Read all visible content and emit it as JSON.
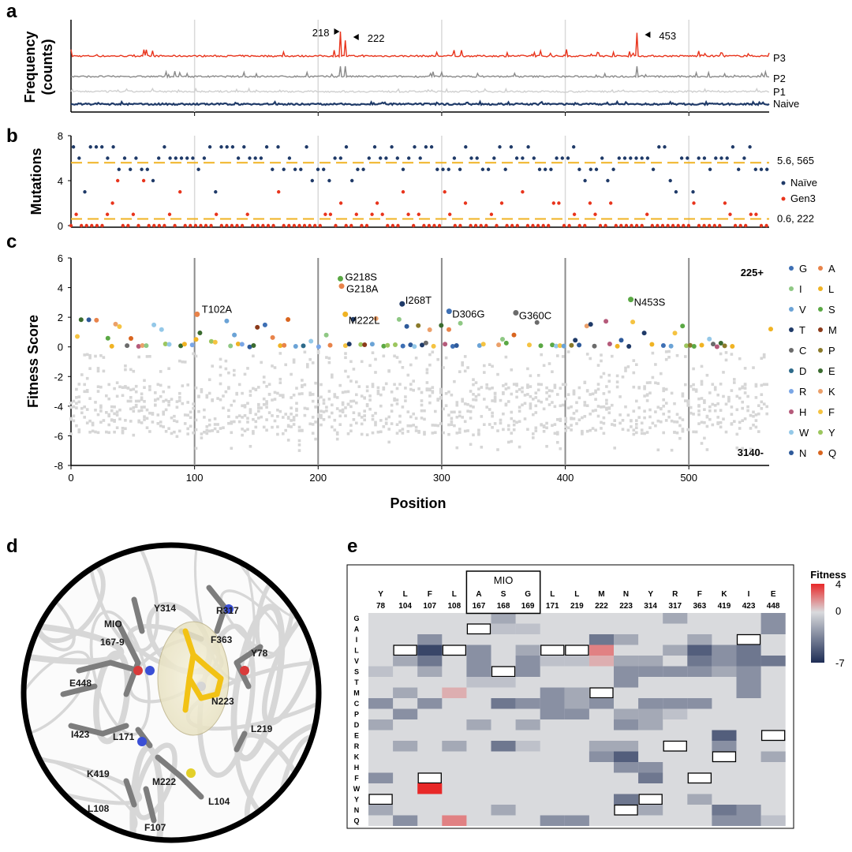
{
  "panels": {
    "a": "a",
    "b": "b",
    "c": "c",
    "d": "d",
    "e": "e"
  },
  "chart_data": [
    {
      "panel": "a",
      "type": "line",
      "ylabel": "Frequency\n(counts)",
      "series": [
        {
          "name": "P3",
          "color": "#e8341c"
        },
        {
          "name": "P2",
          "color": "#8a8a8a"
        },
        {
          "name": "P1",
          "color": "#cfcfcf"
        },
        {
          "name": "Naive",
          "color": "#1f3a68"
        }
      ],
      "xlim": [
        0,
        565
      ],
      "annotations": [
        {
          "text": "218",
          "x": 218
        },
        {
          "text": "222",
          "x": 222
        },
        {
          "text": "453",
          "x": 458
        }
      ],
      "peaks": [
        {
          "series": "P3",
          "x": 218,
          "rel": 1.0
        },
        {
          "series": "P3",
          "x": 222,
          "rel": 0.65
        },
        {
          "series": "P3",
          "x": 458,
          "rel": 0.95
        },
        {
          "series": "P2",
          "x": 218,
          "rel": 1.0
        },
        {
          "series": "P2",
          "x": 222,
          "rel": 1.0
        },
        {
          "series": "P2",
          "x": 458,
          "rel": 1.0
        }
      ]
    },
    {
      "panel": "b",
      "type": "scatter",
      "ylabel": "Mutations",
      "ylim": [
        0,
        8
      ],
      "yticks": [
        0,
        4,
        8
      ],
      "xlim": [
        0,
        565
      ],
      "series": [
        {
          "name": "Naïve",
          "color": "#1f3a68",
          "levels": [
            1,
            2,
            3,
            4,
            5,
            6,
            7
          ],
          "mean": 5.6
        },
        {
          "name": "Gen3",
          "color": "#e8341c",
          "levels": [
            0,
            1,
            2,
            3,
            4
          ],
          "mean": 0.6
        }
      ],
      "mean_lines": [
        {
          "label": "5.6, 565",
          "y": 5.6,
          "color": "#3a4f7a"
        },
        {
          "label": "0.6, 222",
          "y": 0.6,
          "color": "#e8341c"
        }
      ]
    },
    {
      "panel": "c",
      "type": "scatter",
      "ylabel": "Fitness Score",
      "xlabel": "Position",
      "ylim": [
        -8,
        6
      ],
      "yticks": [
        -8,
        -6,
        -4,
        -2,
        0,
        2,
        4,
        6
      ],
      "xlim": [
        0,
        565
      ],
      "xticks": [
        0,
        100,
        200,
        300,
        400,
        500
      ],
      "count_labels": [
        "225+",
        "3140-"
      ],
      "labeled_points": [
        {
          "label": "T102A",
          "x": 102,
          "y": 2.2,
          "aa": "A"
        },
        {
          "label": "G218S",
          "x": 218,
          "y": 4.6,
          "aa": "S"
        },
        {
          "label": "G218A",
          "x": 219,
          "y": 4.1,
          "aa": "A"
        },
        {
          "label": "M222L",
          "x": 222,
          "y": 2.2,
          "aa": "L"
        },
        {
          "label": "I268T",
          "x": 268,
          "y": 2.9,
          "aa": "T"
        },
        {
          "label": "D306G",
          "x": 306,
          "y": 2.4,
          "aa": "G"
        },
        {
          "label": "G360C",
          "x": 360,
          "y": 2.3,
          "aa": "C"
        },
        {
          "label": "N453S",
          "x": 453,
          "y": 3.2,
          "aa": "S"
        }
      ],
      "legend": [
        {
          "aa": "G",
          "color": "#3d6fb4"
        },
        {
          "aa": "A",
          "color": "#e8834a"
        },
        {
          "aa": "I",
          "color": "#8fc884"
        },
        {
          "aa": "L",
          "color": "#f0b323"
        },
        {
          "aa": "V",
          "color": "#6ba3d6"
        },
        {
          "aa": "S",
          "color": "#5aa844"
        },
        {
          "aa": "T",
          "color": "#1f3a68"
        },
        {
          "aa": "M",
          "color": "#8b3a1a"
        },
        {
          "aa": "C",
          "color": "#6b6b6b"
        },
        {
          "aa": "P",
          "color": "#8a7a2a"
        },
        {
          "aa": "D",
          "color": "#2d6a8a"
        },
        {
          "aa": "E",
          "color": "#3a6b2f"
        },
        {
          "aa": "R",
          "color": "#7aa6e6"
        },
        {
          "aa": "K",
          "color": "#eba06a"
        },
        {
          "aa": "H",
          "color": "#b55a7a"
        },
        {
          "aa": "F",
          "color": "#f5c341"
        },
        {
          "aa": "W",
          "color": "#94c8e8"
        },
        {
          "aa": "Y",
          "color": "#9cc65e"
        },
        {
          "aa": "N",
          "color": "#2e5a9a"
        },
        {
          "aa": "Q",
          "color": "#d9651f"
        }
      ]
    },
    {
      "panel": "d",
      "type": "other",
      "residues": [
        "Y314",
        "R317",
        "MIO",
        "167-9",
        "F363",
        "Y78",
        "E448",
        "N223",
        "I423",
        "L171",
        "L219",
        "K419",
        "M222",
        "L108",
        "L104",
        "F107"
      ]
    },
    {
      "panel": "e",
      "type": "heatmap",
      "header_group": "MIO",
      "colorbar_title": "Fitness",
      "colorbar_ticks": [
        "4",
        "0",
        "-7"
      ],
      "vmin": -7,
      "vmax": 4,
      "columns": [
        {
          "aa": "Y",
          "pos": "78"
        },
        {
          "aa": "L",
          "pos": "104"
        },
        {
          "aa": "F",
          "pos": "107"
        },
        {
          "aa": "L",
          "pos": "108"
        },
        {
          "aa": "A",
          "pos": "167"
        },
        {
          "aa": "S",
          "pos": "168"
        },
        {
          "aa": "G",
          "pos": "169"
        },
        {
          "aa": "L",
          "pos": "171"
        },
        {
          "aa": "L",
          "pos": "219"
        },
        {
          "aa": "M",
          "pos": "222"
        },
        {
          "aa": "N",
          "pos": "223"
        },
        {
          "aa": "Y",
          "pos": "314"
        },
        {
          "aa": "R",
          "pos": "317"
        },
        {
          "aa": "F",
          "pos": "363"
        },
        {
          "aa": "K",
          "pos": "419"
        },
        {
          "aa": "I",
          "pos": "423"
        },
        {
          "aa": "E",
          "pos": "448"
        }
      ],
      "rows": [
        "G",
        "A",
        "I",
        "L",
        "V",
        "S",
        "T",
        "M",
        "C",
        "P",
        "D",
        "E",
        "R",
        "K",
        "H",
        "F",
        "W",
        "Y",
        "N",
        "Q"
      ],
      "values": [
        [
          0,
          0,
          0,
          0,
          0,
          -2,
          0,
          0,
          0,
          0,
          0,
          0,
          -2,
          0,
          0,
          0,
          -3
        ],
        [
          0,
          0,
          0,
          0,
          null,
          -1,
          -1,
          0,
          0,
          0,
          0,
          0,
          0,
          0,
          0,
          0,
          -3
        ],
        [
          0,
          0,
          -3,
          0,
          0,
          0,
          0,
          0,
          0,
          -4,
          -2,
          0,
          0,
          -2,
          0,
          null,
          0
        ],
        [
          0,
          null,
          -6,
          null,
          -3,
          0,
          -2,
          null,
          null,
          2,
          0,
          0,
          -2,
          -5,
          -3,
          -4,
          0
        ],
        [
          0,
          -2,
          -4,
          0,
          -3,
          0,
          -3,
          -1,
          -1,
          1,
          -2,
          -2,
          0,
          -4,
          -3,
          -4,
          -4
        ],
        [
          -1,
          0,
          -2,
          0,
          -3,
          null,
          -3,
          0,
          0,
          0,
          -3,
          -3,
          -3,
          -3,
          -2,
          -3,
          0
        ],
        [
          0,
          0,
          0,
          0,
          -1,
          -1,
          0,
          0,
          0,
          0,
          -3,
          0,
          0,
          0,
          0,
          -3,
          0
        ],
        [
          0,
          -2,
          0,
          1,
          0,
          0,
          0,
          -3,
          -2,
          null,
          0,
          0,
          0,
          0,
          0,
          -3,
          0
        ],
        [
          -3,
          0,
          -3,
          0,
          0,
          -4,
          -3,
          -3,
          -2,
          -3,
          0,
          -3,
          -3,
          -3,
          0,
          0,
          0
        ],
        [
          0,
          -3,
          0,
          0,
          0,
          0,
          0,
          -3,
          -3,
          0,
          -2,
          -2,
          -1,
          0,
          0,
          0,
          0
        ],
        [
          -2,
          0,
          0,
          0,
          -2,
          0,
          -2,
          0,
          0,
          0,
          -3,
          -2,
          0,
          0,
          0,
          0,
          0
        ],
        [
          0,
          0,
          0,
          0,
          0,
          0,
          0,
          0,
          0,
          0,
          0,
          0,
          0,
          0,
          -5,
          0,
          null
        ],
        [
          0,
          -2,
          0,
          -2,
          0,
          -4,
          -1,
          0,
          0,
          -2,
          -2,
          0,
          null,
          0,
          -3,
          0,
          0
        ],
        [
          0,
          0,
          0,
          0,
          0,
          0,
          0,
          0,
          0,
          -3,
          -5,
          0,
          0,
          0,
          null,
          0,
          -2
        ],
        [
          0,
          0,
          0,
          0,
          0,
          0,
          0,
          0,
          0,
          0,
          -3,
          -3,
          0,
          0,
          0,
          0,
          0
        ],
        [
          -3,
          0,
          null,
          0,
          0,
          0,
          0,
          0,
          0,
          0,
          0,
          -4,
          0,
          null,
          0,
          0,
          0
        ],
        [
          0,
          0,
          4,
          0,
          0,
          0,
          0,
          0,
          0,
          0,
          0,
          0,
          0,
          0,
          0,
          0,
          0
        ],
        [
          null,
          0,
          0,
          0,
          0,
          0,
          0,
          0,
          0,
          0,
          -4,
          null,
          0,
          -2,
          0,
          0,
          0
        ],
        [
          -2,
          0,
          0,
          0,
          0,
          -2,
          0,
          0,
          0,
          0,
          null,
          -2,
          0,
          0,
          -4,
          -3,
          0
        ],
        [
          0,
          -3,
          0,
          2,
          0,
          0,
          0,
          -3,
          -3,
          0,
          0,
          0,
          0,
          0,
          -3,
          -3,
          -1
        ]
      ]
    }
  ]
}
